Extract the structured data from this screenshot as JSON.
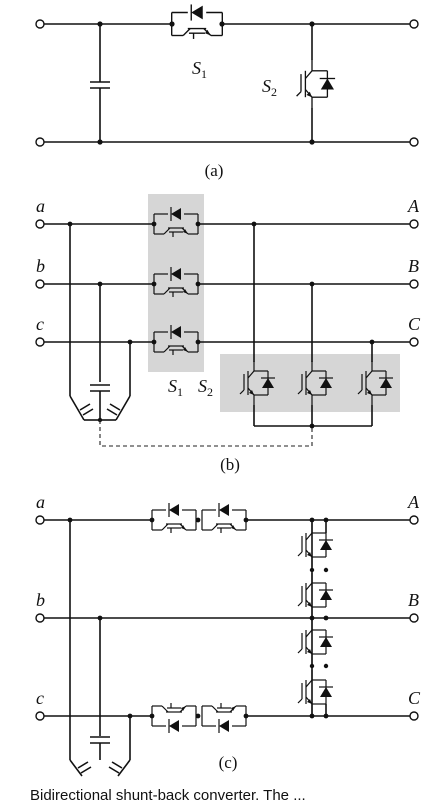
{
  "panels": {
    "a": {
      "caption": "(a)",
      "switch_labels": {
        "s1": "S",
        "s1_sub": "1",
        "s2": "S",
        "s2_sub": "2"
      }
    },
    "b": {
      "caption": "(b)",
      "input_labels": [
        "a",
        "b",
        "c"
      ],
      "output_labels": [
        "A",
        "B",
        "C"
      ],
      "switch_labels": {
        "s1": "S",
        "s1_sub": "1",
        "s2": "S",
        "s2_sub": "2"
      }
    },
    "c": {
      "caption": "(c)",
      "input_labels": [
        "a",
        "b",
        "c"
      ],
      "output_labels": [
        "A",
        "B",
        "C"
      ]
    }
  },
  "footer_text": "Bidirectional shunt-back converter. The ..."
}
